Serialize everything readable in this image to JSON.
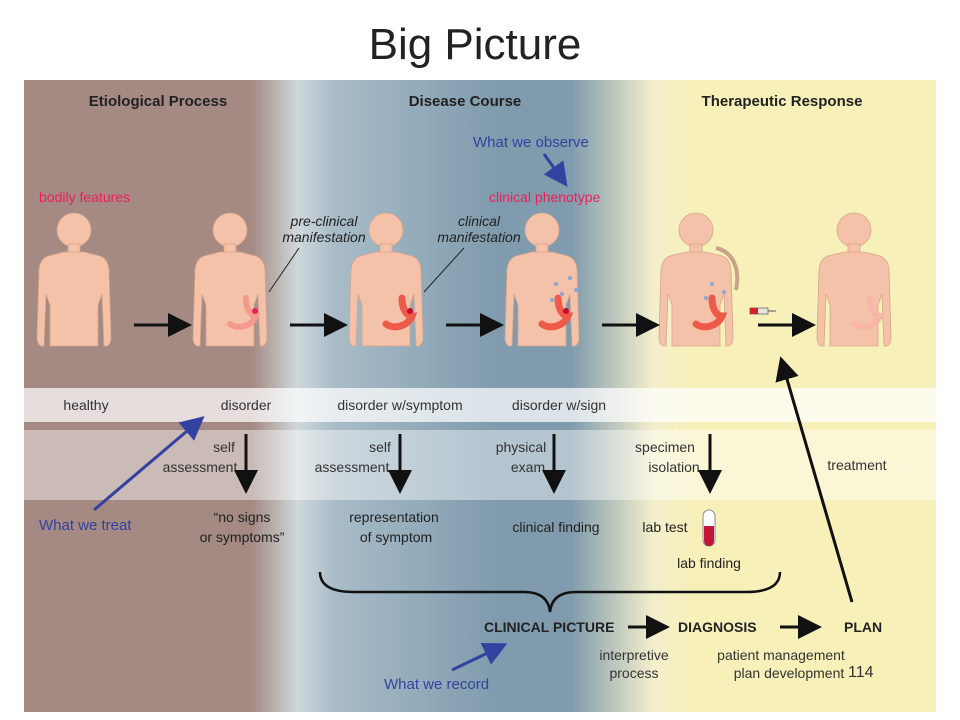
{
  "slide": {
    "title": "Big Picture",
    "page_number": "114"
  },
  "colors": {
    "etiology_bg": "#a48a82",
    "disease_bg": "#7f9bad",
    "therapy_bg": "#f7f0b8",
    "red_label": "#e8215b",
    "blue_label": "#3342a0",
    "body_fill": "#f4c2a8",
    "stomach": "#ee5a4a",
    "arrow": "#111111"
  },
  "sections": {
    "etiology": "Etiological Process",
    "disease": "Disease Course",
    "therapy": "Therapeutic Response"
  },
  "labels": {
    "bodily_features": "bodily features",
    "clinical_phenotype": "clinical phenotype",
    "what_we_observe": "What we observe",
    "what_we_treat": "What we treat",
    "what_we_record": "What we record",
    "preclinical_1": "pre-clinical",
    "preclinical_2": "manifestation",
    "clinical_1": "clinical",
    "clinical_2": "manifestation"
  },
  "stages": [
    {
      "name": "healthy"
    },
    {
      "name": "disorder"
    },
    {
      "name": "disorder w/symptom"
    },
    {
      "name": "disorder w/sign"
    }
  ],
  "methods": [
    {
      "line1": "self",
      "line2": "assessment",
      "result1": "“no signs",
      "result2": "or symptoms”"
    },
    {
      "line1": "self",
      "line2": "assessment",
      "result1": "representation",
      "result2": "of symptom"
    },
    {
      "line1": "physical",
      "line2": "exam",
      "result1": "clinical finding",
      "result2": ""
    },
    {
      "line1": "specimen",
      "line2": "isolation",
      "result1": "lab test",
      "result2": "lab finding"
    }
  ],
  "treatment": "treatment",
  "pipeline": {
    "clinical_picture": "CLINICAL PICTURE",
    "diagnosis": "DIAGNOSIS",
    "plan": "PLAN",
    "interp_1": "interpretive",
    "interp_2": "process",
    "mgmt_1": "patient management",
    "mgmt_2": "plan development"
  }
}
